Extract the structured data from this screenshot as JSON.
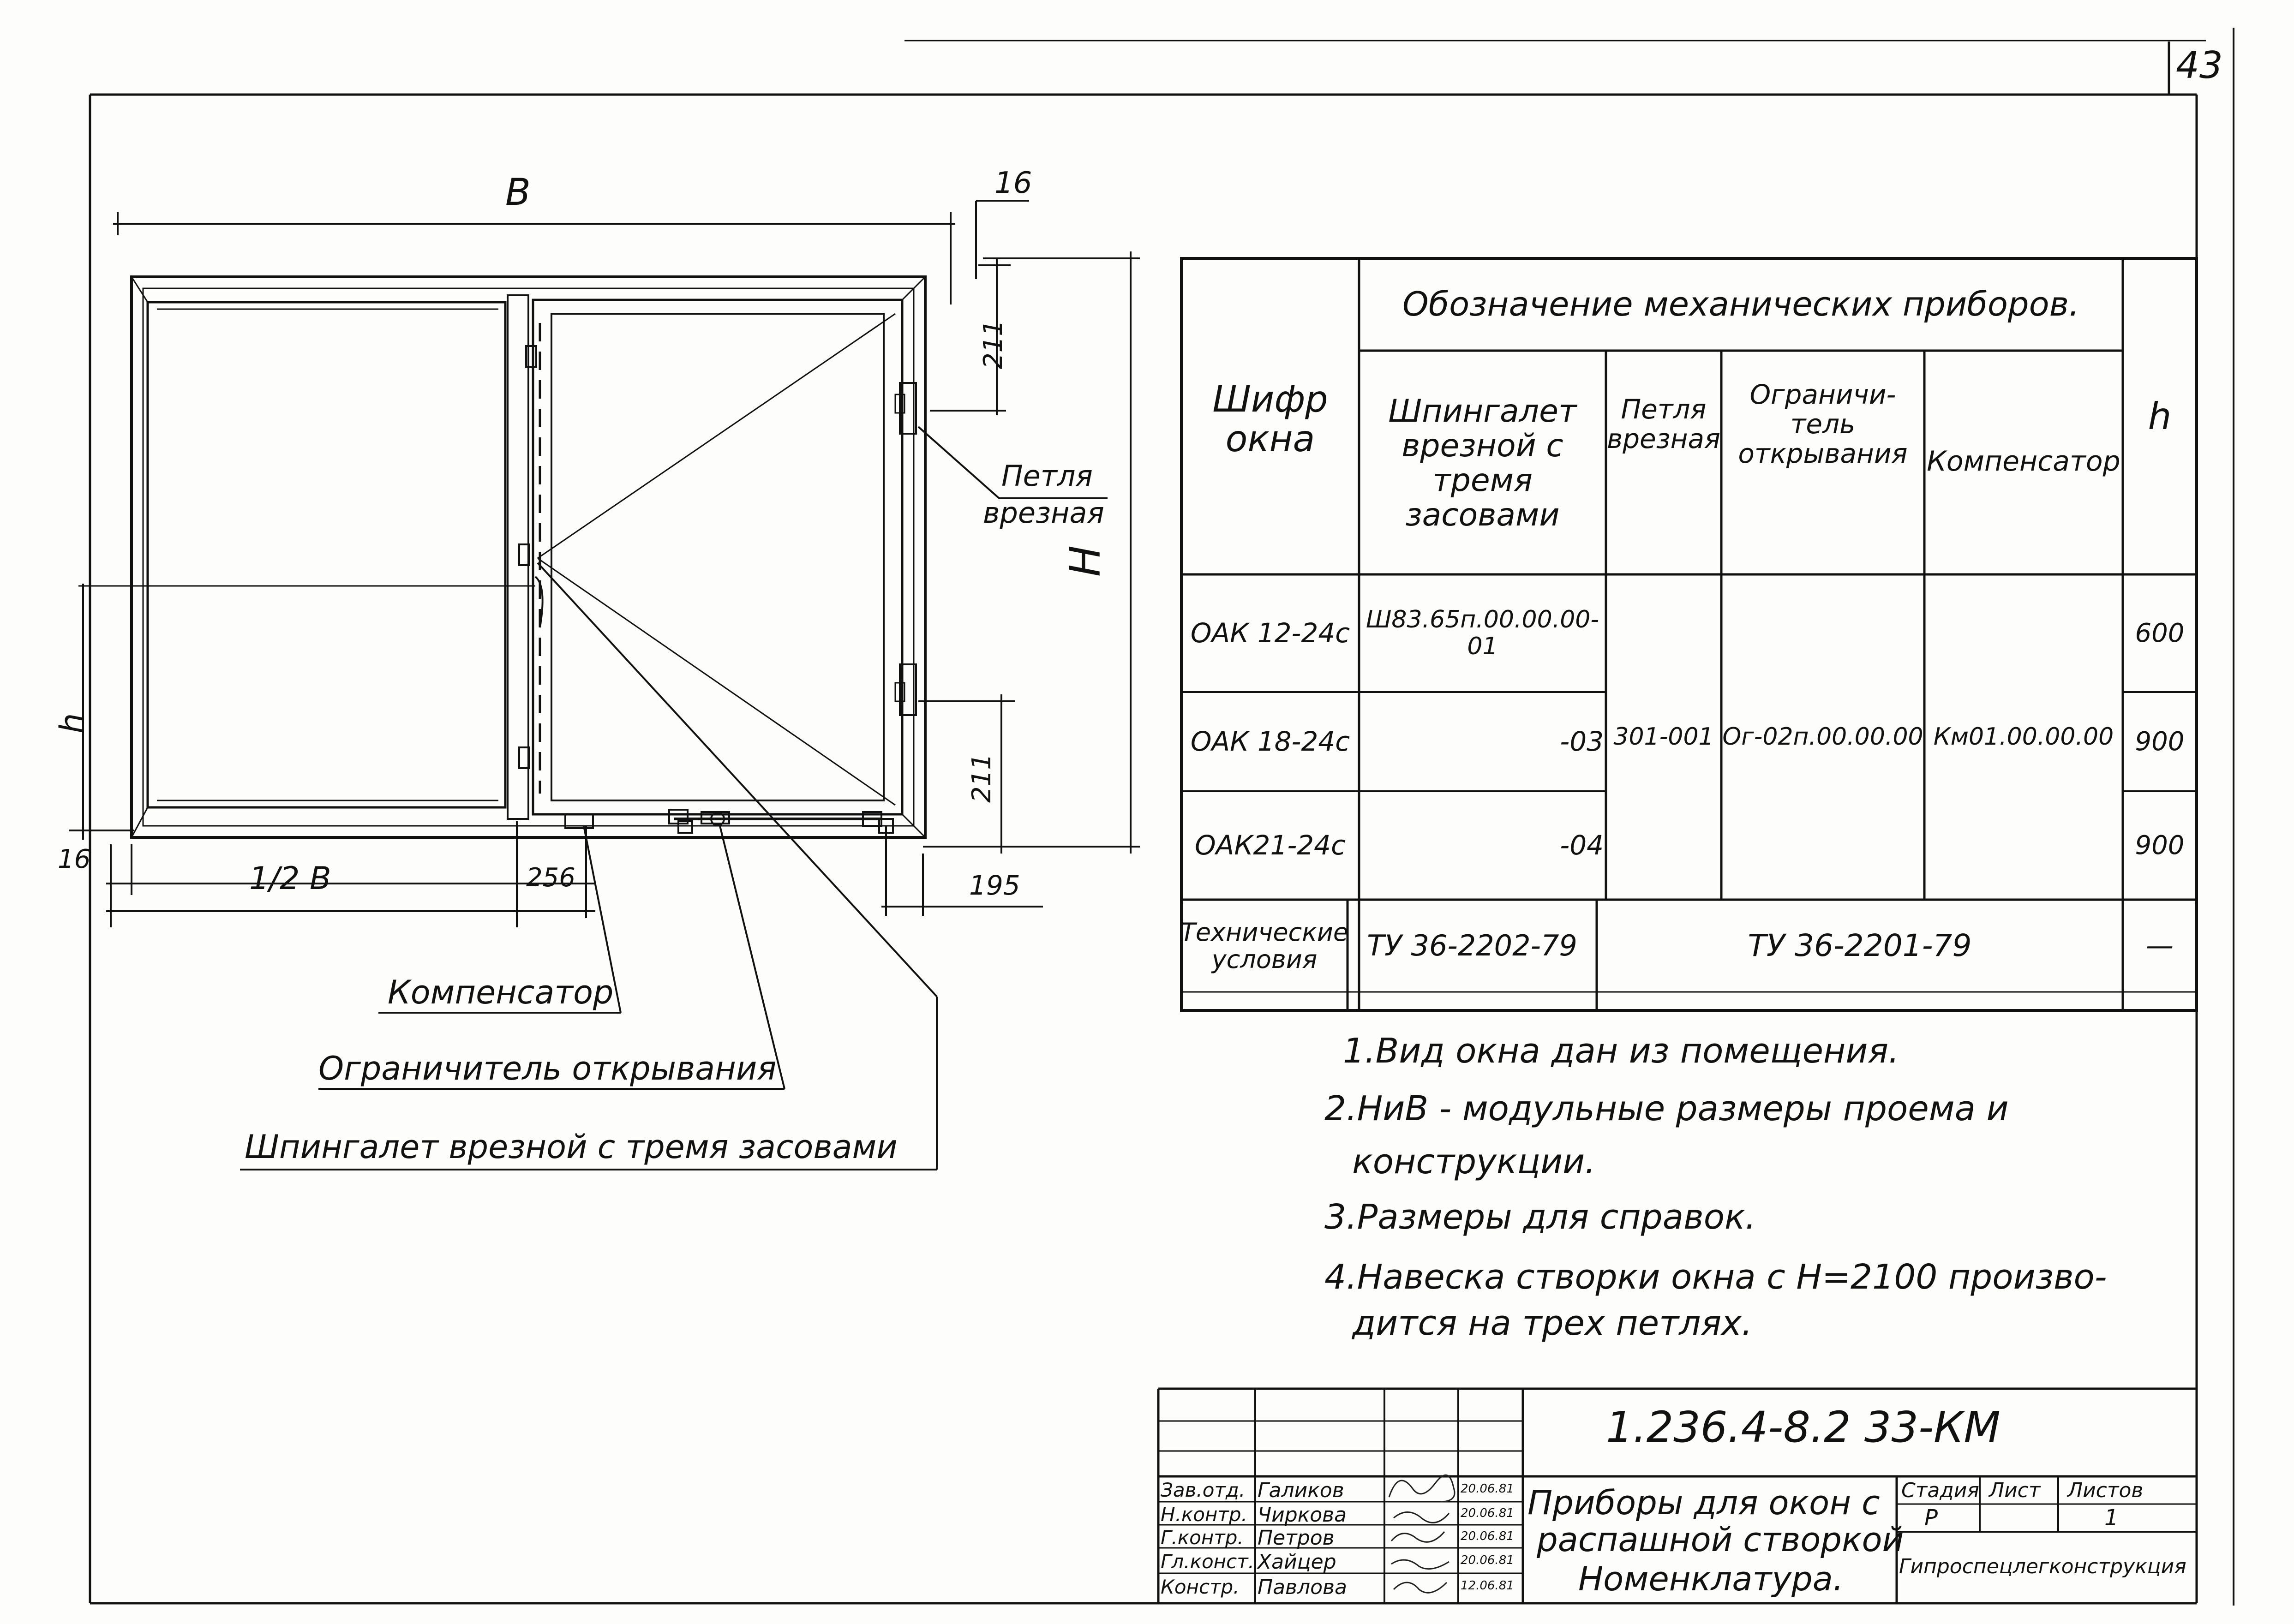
{
  "sheet_number": "43",
  "drawing": {
    "dim_B": "B",
    "dim_16_top": "16",
    "dim_211_top": "211",
    "dim_H": "H",
    "dim_h": "h",
    "dim_16_bottom": "16",
    "dim_half_B": "1/2 B",
    "dim_256": "256",
    "dim_211_bottom": "211",
    "dim_195": "195",
    "label_petlya_line1": "Петля",
    "label_petlya_line2": "врезная",
    "label_kompensator": "Компенсатор",
    "label_ogranichitel": "Ограничитель открывания",
    "label_shpingalet": "Шпингалет врезной с тремя засовами"
  },
  "table": {
    "col_shifr": "Шифр окна",
    "group_header": "Обозначение механических приборов.",
    "col_shpingalet": "Шпингалет врезной с тремя засовами",
    "col_petlya": "Петля врезная",
    "col_ogranichitel": "Ограничи- тель открывания",
    "col_kompensator": "Компенсатор",
    "col_h": "h",
    "rows": [
      {
        "shifr": "ОАК 12-24с",
        "shpingalet": "Ш83.65п.00.00.00-01",
        "h": "600"
      },
      {
        "shifr": "ОАК 18-24с",
        "shpingalet": "-03",
        "h": "900"
      },
      {
        "shifr": "ОАК21-24с",
        "shpingalet": "-04",
        "h": "900"
      }
    ],
    "petlya_value": "301-001",
    "ogranichitel_value": "Ог-02п.00.00.00",
    "kompensator_value": "Км01.00.00.00",
    "tu_label": "Технические условия",
    "tu_shpingalet": "ТУ 36-2202-79",
    "tu_others": "ТУ 36-2201-79",
    "tu_h": "—"
  },
  "notes": [
    "1.Вид окна дан из помещения.",
    "2.НиВ - модульные размеры проема и",
    "конструкции.",
    "3.Размеры для справок.",
    "4.Навеска створки окна с Н=2100 произво-",
    "дится на трех петлях."
  ],
  "title_block": {
    "code": "1.236.4-8.2   33-КМ",
    "title_lines": [
      "Приборы для окон с",
      "распашной створкой",
      "Номенклатура."
    ],
    "stadia_label": "Стадия",
    "list_label": "Лист",
    "listov_label": "Листов",
    "stadia_value": "Р",
    "listov_value": "1",
    "org": "Гипроспецлегконструкция",
    "signers": [
      {
        "role": "Зав.отд.",
        "name": "Галиков",
        "date": "20.06.81"
      },
      {
        "role": "Н.контр.",
        "name": "Чиркова",
        "date": "20.06.81"
      },
      {
        "role": "Г.контр.",
        "name": "Петров",
        "date": "20.06.81"
      },
      {
        "role": "Гл.конст.",
        "name": "Хайцер",
        "date": "20.06.81"
      },
      {
        "role": "Констр.",
        "name": "Павлова",
        "date": "12.06.81"
      }
    ]
  }
}
